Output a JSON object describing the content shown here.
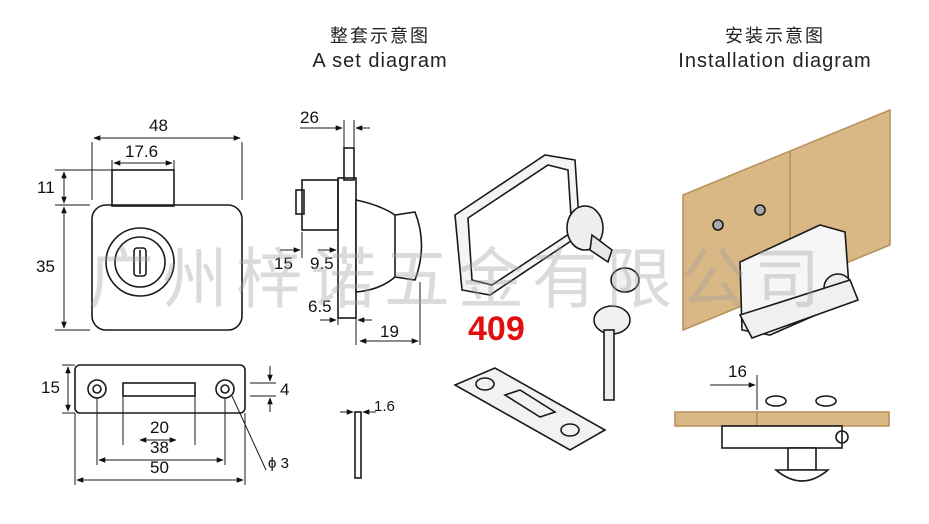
{
  "headers": {
    "set_cn": "整套示意图",
    "set_en": "A set diagram",
    "install_cn": "安装示意图",
    "install_en": "Installation diagram"
  },
  "model_number": "409",
  "watermark": "广州梓诺五金有限公司",
  "front_view": {
    "width": "48",
    "cylinder": "17.6",
    "top": "11",
    "height": "35"
  },
  "side_view": {
    "top": "26",
    "a": "15",
    "b": "9.5",
    "c": "6.5",
    "depth": "19"
  },
  "strike_plate": {
    "height": "15",
    "slot": "4",
    "inner": "20",
    "holes": "38",
    "length": "50",
    "hole_dia": "ϕ 3",
    "thickness": "1.6"
  },
  "install_view": {
    "gap": "16"
  },
  "colors": {
    "accent_red": "#e01010",
    "wood": "#d9b886",
    "wood_dark": "#b8925c",
    "line": "#1a1a1a"
  }
}
